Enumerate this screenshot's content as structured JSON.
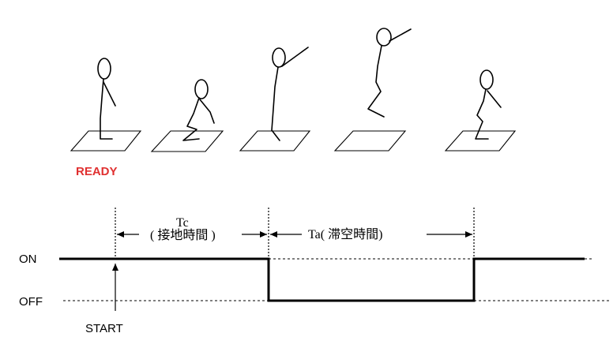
{
  "labels": {
    "ready": "READY",
    "on": "ON",
    "off": "OFF",
    "start": "START",
    "tc": "Tc",
    "tc_jp": "( 接地時間 )",
    "ta": "Ta( 滞空時間)"
  },
  "colors": {
    "ready": "#e03030"
  },
  "figures": [
    "standing-figure",
    "crouching-figure",
    "pushoff-figure",
    "airborne-figure",
    "landing-figure"
  ]
}
